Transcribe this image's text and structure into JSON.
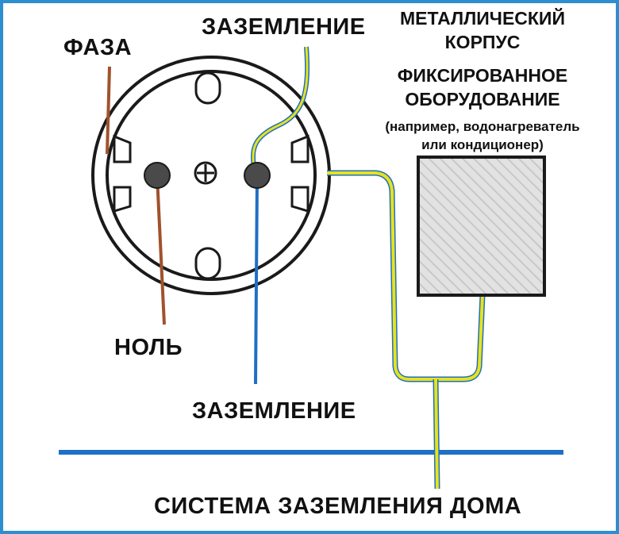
{
  "labels": {
    "phase": "ФАЗА",
    "ground_top": "ЗАЗЕМЛЕНИЕ",
    "metal_case_line1": "МЕТАЛЛИЧЕСКИЙ",
    "metal_case_line2": "КОРПУС",
    "fixed_equipment_line1": "ФИКСИРОВАННОЕ",
    "fixed_equipment_line2": "ОБОРУДОВАНИЕ",
    "example_line1": "(например, водонагреватель",
    "example_line2": "или кондиционер)",
    "neutral": "НОЛЬ",
    "ground_bottom": "ЗАЗЕМЛЕНИЕ",
    "house_ground_system": "СИСТЕМА ЗАЗЕМЛЕНИЯ ДОМА"
  },
  "colors": {
    "frame_border": "#2d8fd0",
    "phase_wire": "#a0522d",
    "neutral_wire": "#1f6fc4",
    "ground_yellow": "#e8e21a",
    "ground_blue": "#1f6fc4",
    "outline": "#1a1a1a",
    "equipment_fill": "#dcdcdc"
  }
}
